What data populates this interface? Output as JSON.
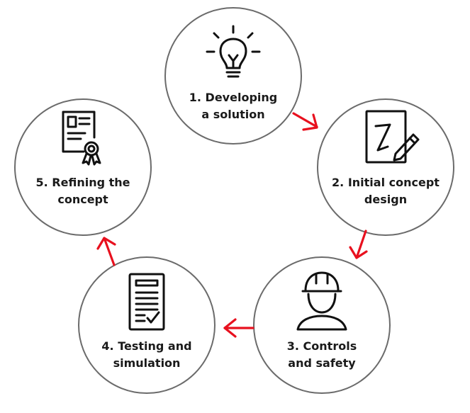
{
  "colors": {
    "arrow": "#e8101e",
    "circle_border": "#6b6b6b",
    "icon": "#111111",
    "text": "#1a1a1a"
  },
  "steps": [
    {
      "line1": "1. Developing",
      "line2": "a solution",
      "icon": "lightbulb-icon"
    },
    {
      "line1": "2. Initial concept",
      "line2": "design",
      "icon": "drawing-pen-icon"
    },
    {
      "line1": "3. Controls",
      "line2": "and safety",
      "icon": "hard-hat-worker-icon"
    },
    {
      "line1": "4. Testing and",
      "line2": "simulation",
      "icon": "checklist-document-icon"
    },
    {
      "line1": "5. Refining the",
      "line2": "concept",
      "icon": "certificate-icon"
    }
  ]
}
